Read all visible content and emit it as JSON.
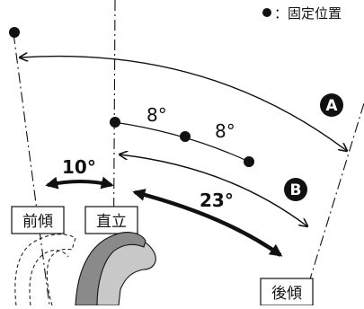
{
  "legend": {
    "dot_label": "：固定位置"
  },
  "angles": {
    "step_a": "8°",
    "step_b": "8°",
    "forward_angle": "10°",
    "back_angle": "23°"
  },
  "badges": {
    "a": "A",
    "b": "B"
  },
  "labels": {
    "forward": "前傾",
    "upright": "直立",
    "backward": "後傾"
  },
  "colors": {
    "ink": "#111111",
    "shell_gray": "#8a8a8a",
    "liner_gray": "#c8c8c8",
    "circle_fill": "#1a1a1a"
  }
}
